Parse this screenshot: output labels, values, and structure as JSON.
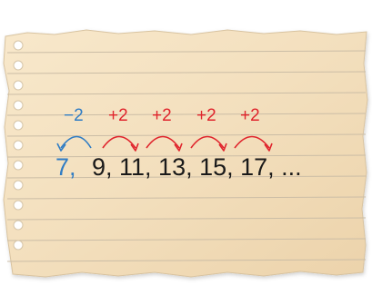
{
  "sequence": {
    "first": "7,",
    "rest": "9, 11, 13, 15, 17, ..."
  },
  "operations": [
    {
      "label": "−2",
      "color": "#2f7cc4"
    },
    {
      "label": "+2",
      "color": "#e0242c"
    },
    {
      "label": "+2",
      "color": "#e0242c"
    },
    {
      "label": "+2",
      "color": "#e0242c"
    },
    {
      "label": "+2",
      "color": "#e0242c"
    }
  ],
  "colors": {
    "first_term": "#2f7cc4",
    "rest_terms": "#1a1a1a",
    "paper": "#f4e2c1",
    "rule_lines": "#c7b9a3"
  }
}
